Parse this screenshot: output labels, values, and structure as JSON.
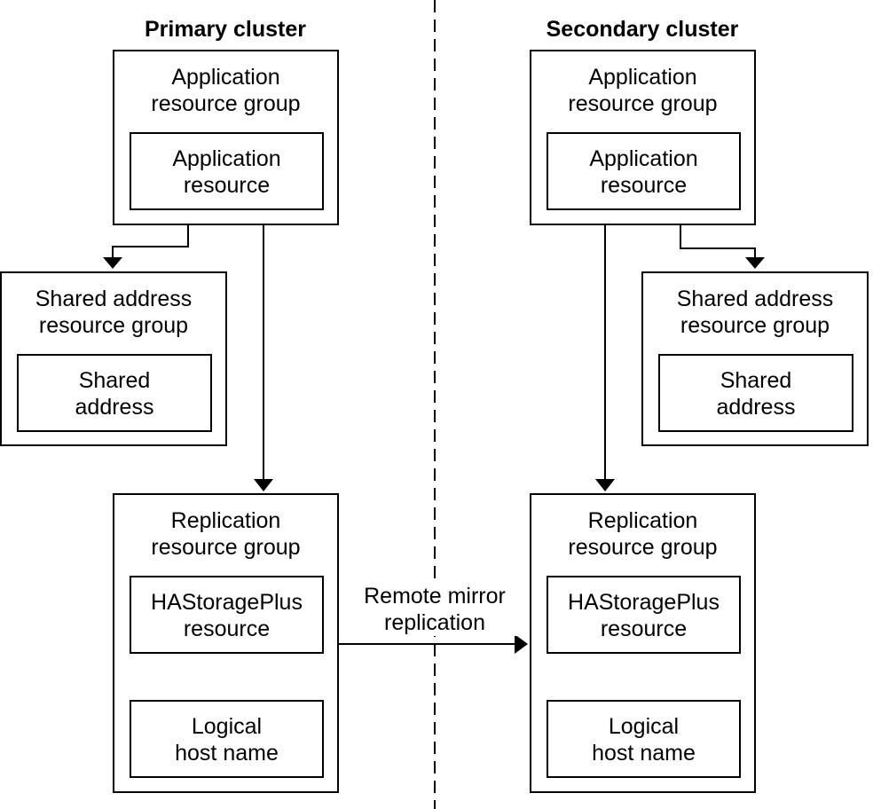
{
  "primary": {
    "title": "Primary cluster",
    "app_group": "Application\nresource group",
    "app_resource": "Application\nresource",
    "shared_group": "Shared address\nresource group",
    "shared_address": "Shared\naddress",
    "repl_group": "Replication\nresource group",
    "hastorage": "HAStoragePlus\nresource",
    "logical_host": "Logical\nhost name"
  },
  "secondary": {
    "title": "Secondary cluster",
    "app_group": "Application\nresource group",
    "app_resource": "Application\nresource",
    "shared_group": "Shared address\nresource group",
    "shared_address": "Shared\naddress",
    "repl_group": "Replication\nresource group",
    "hastorage": "HAStoragePlus\nresource",
    "logical_host": "Logical\nhost name"
  },
  "replication_label": "Remote mirror\nreplication"
}
